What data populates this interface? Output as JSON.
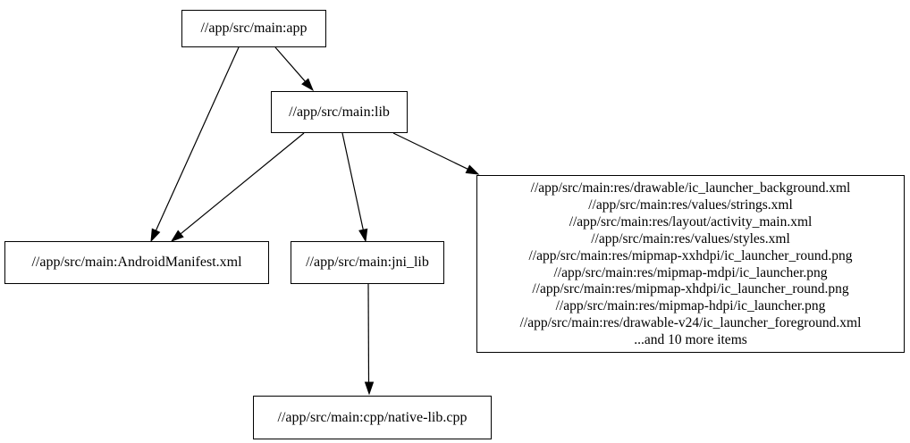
{
  "graph": {
    "background_color": "#ffffff",
    "line_color": "#000000",
    "text_color": "#000000",
    "nodes": {
      "app": {
        "label": "//app/src/main:app"
      },
      "lib": {
        "label": "//app/src/main:lib"
      },
      "android_manifest": {
        "label": "//app/src/main:AndroidManifest.xml"
      },
      "jni_lib": {
        "label": "//app/src/main:jni_lib"
      },
      "res_group": {
        "lines": [
          "//app/src/main:res/drawable/ic_launcher_background.xml",
          "//app/src/main:res/values/strings.xml",
          "//app/src/main:res/layout/activity_main.xml",
          "//app/src/main:res/values/styles.xml",
          "//app/src/main:res/mipmap-xxhdpi/ic_launcher_round.png",
          "//app/src/main:res/mipmap-mdpi/ic_launcher.png",
          "//app/src/main:res/mipmap-xhdpi/ic_launcher_round.png",
          "//app/src/main:res/mipmap-hdpi/ic_launcher.png",
          "//app/src/main:res/drawable-v24/ic_launcher_foreground.xml",
          "...and 10 more items"
        ]
      },
      "native_lib": {
        "label": "//app/src/main:cpp/native-lib.cpp"
      }
    },
    "edges": [
      {
        "from": "app",
        "to": "android_manifest"
      },
      {
        "from": "app",
        "to": "lib"
      },
      {
        "from": "lib",
        "to": "android_manifest"
      },
      {
        "from": "lib",
        "to": "jni_lib"
      },
      {
        "from": "lib",
        "to": "res_group"
      },
      {
        "from": "jni_lib",
        "to": "native_lib"
      }
    ]
  }
}
